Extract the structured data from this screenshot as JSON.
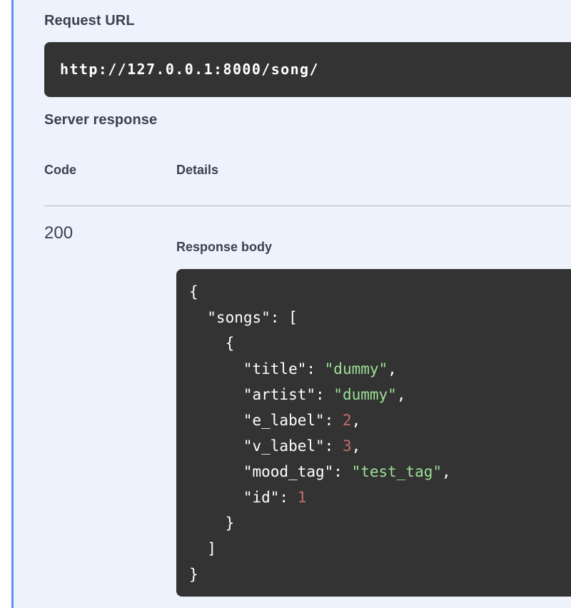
{
  "theme": {
    "panel_background": "#eef2fc",
    "rail_accent": "#5f91ec",
    "dark_block": "#333333",
    "heading_color": "#3b4151",
    "json_string_color": "#9ce096",
    "json_number_color": "#c76b6b",
    "divider_color": "#b5b9c2"
  },
  "request": {
    "title": "Request URL",
    "url": "http://127.0.0.1:8000/song/"
  },
  "server_response": {
    "title": "Server response",
    "columns": {
      "code": "Code",
      "details": "Details"
    },
    "rows": [
      {
        "code": "200",
        "response_body_label": "Response body",
        "body_lines": [
          [
            {
              "t": "{",
              "c": "punc"
            }
          ],
          [
            {
              "t": "  \"songs\": [",
              "c": "punc"
            }
          ],
          [
            {
              "t": "    {",
              "c": "punc"
            }
          ],
          [
            {
              "t": "      \"title\": ",
              "c": "punc"
            },
            {
              "t": "\"dummy\"",
              "c": "str"
            },
            {
              "t": ",",
              "c": "punc"
            }
          ],
          [
            {
              "t": "      \"artist\": ",
              "c": "punc"
            },
            {
              "t": "\"dummy\"",
              "c": "str"
            },
            {
              "t": ",",
              "c": "punc"
            }
          ],
          [
            {
              "t": "      \"e_label\": ",
              "c": "punc"
            },
            {
              "t": "2",
              "c": "num"
            },
            {
              "t": ",",
              "c": "punc"
            }
          ],
          [
            {
              "t": "      \"v_label\": ",
              "c": "punc"
            },
            {
              "t": "3",
              "c": "num"
            },
            {
              "t": ",",
              "c": "punc"
            }
          ],
          [
            {
              "t": "      \"mood_tag\": ",
              "c": "punc"
            },
            {
              "t": "\"test_tag\"",
              "c": "str"
            },
            {
              "t": ",",
              "c": "punc"
            }
          ],
          [
            {
              "t": "      \"id\": ",
              "c": "punc"
            },
            {
              "t": "1",
              "c": "num"
            }
          ],
          [
            {
              "t": "    }",
              "c": "punc"
            }
          ],
          [
            {
              "t": "  ]",
              "c": "punc"
            }
          ],
          [
            {
              "t": "}",
              "c": "punc"
            }
          ]
        ]
      }
    ]
  }
}
